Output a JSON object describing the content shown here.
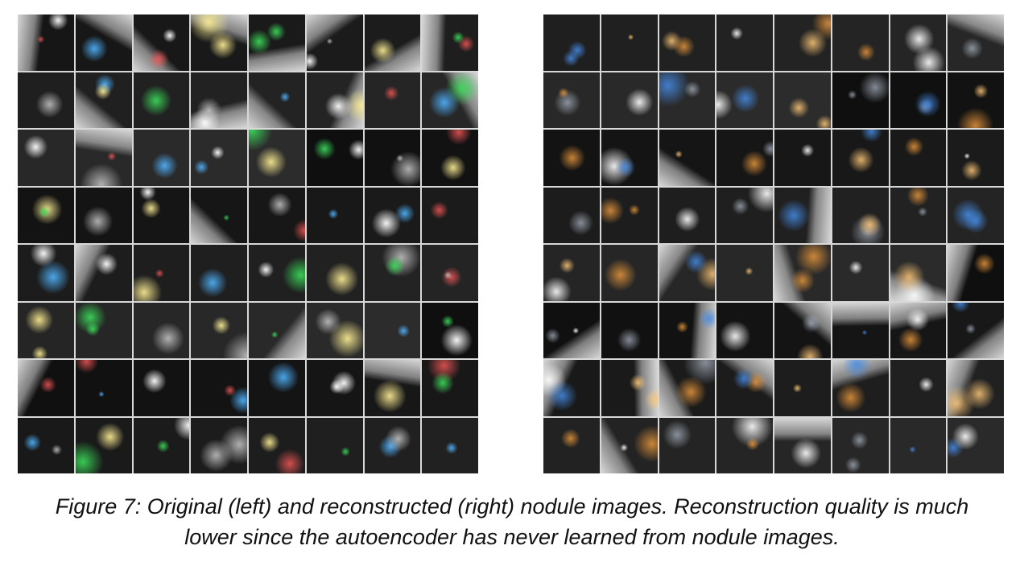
{
  "figure": {
    "caption_line1": "Figure 7: Original (left) and reconstructed (right) nodule images. Reconstruction quality is much",
    "caption_line2": "lower since the autoencoder has never learned from nodule images.",
    "panels": [
      {
        "name": "original",
        "rows": 8,
        "cols": 8
      },
      {
        "name": "reconstructed",
        "rows": 8,
        "cols": 8
      }
    ]
  }
}
